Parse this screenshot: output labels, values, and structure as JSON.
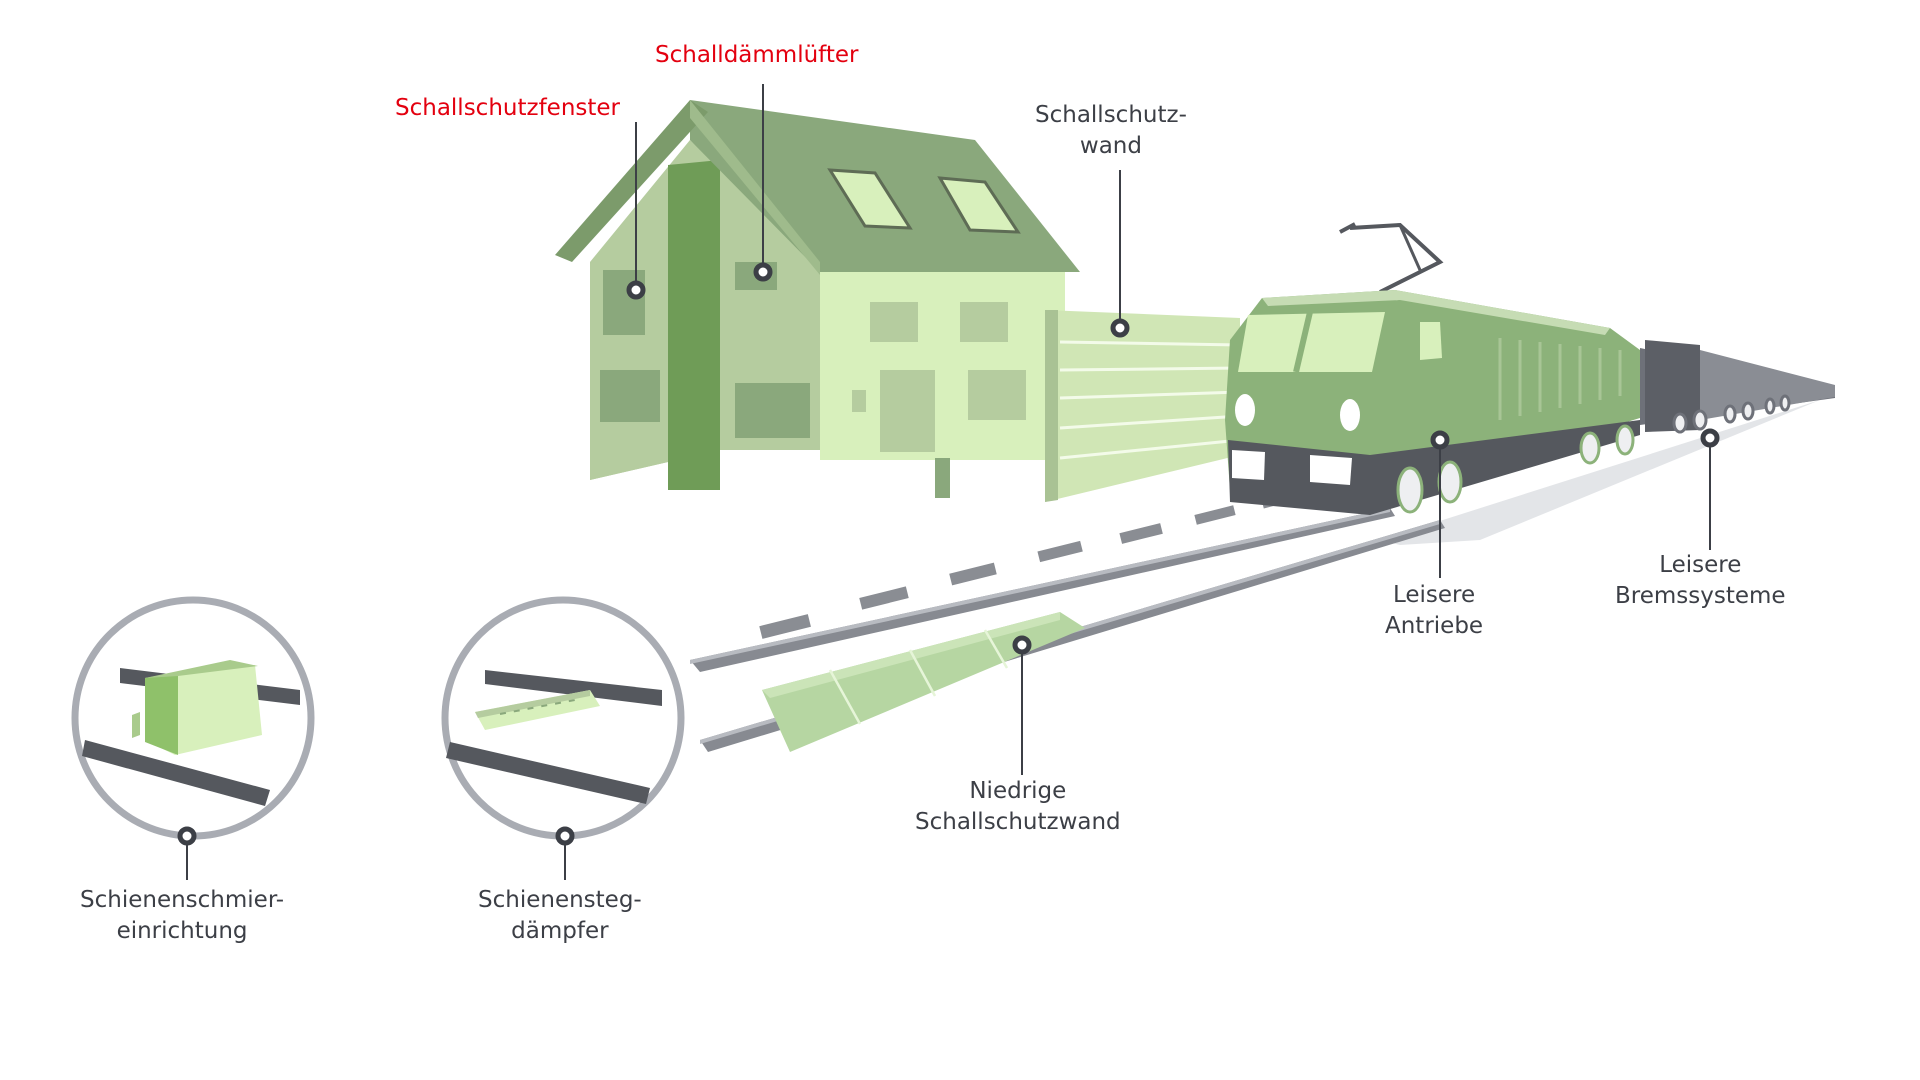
{
  "labels": {
    "window": "Schallschutzfenster",
    "vent": "Schalldämmlüfter",
    "wall_1": "Schallschutz-",
    "wall_2": "wand",
    "drive_1": "Leisere",
    "drive_2": "Antriebe",
    "brakes_1": "Leisere",
    "brakes_2": "Bremssysteme",
    "low_wall_1": "Niedrige",
    "low_wall_2": "Schallschutzwand",
    "lubricator_1": "Schienenschmier-",
    "lubricator_2": "einrichtung",
    "damper_1": "Schienensteg-",
    "damper_2": "dämpfer"
  },
  "colors": {
    "highlight_label": "#e3000f",
    "label": "#3c3f46",
    "green_dark": "#8aa87c",
    "green_mid": "#b5cc9f",
    "green_light": "#d8f0bc",
    "green_strong": "#6b9a4f",
    "rail_gray": "#7f8289",
    "dark_gray": "#55585e",
    "circle_ring": "#a9acb3"
  }
}
